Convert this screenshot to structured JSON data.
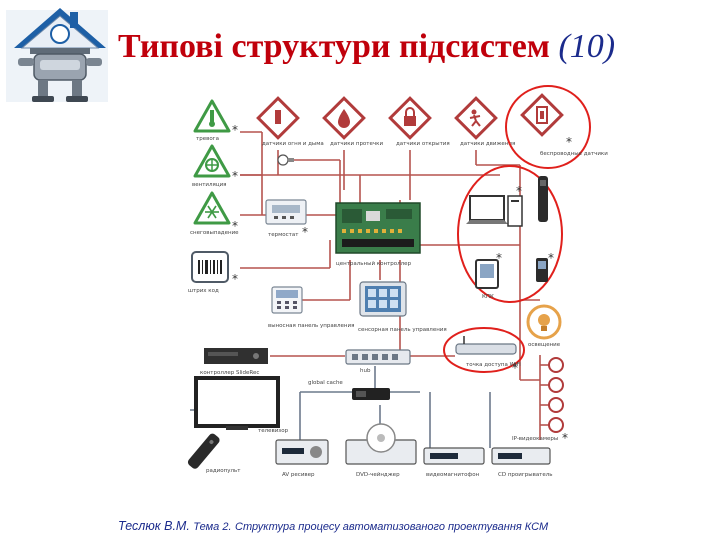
{
  "slide": {
    "title": "Типові структури підсистем",
    "title_number": "(10)",
    "footer_author": "Теслюк В.М.",
    "footer_topic": "Тема 2.",
    "footer_subject": "Структура процесу автоматизованого проектування КСМ"
  },
  "diagram": {
    "asterisk": "*",
    "labels": {
      "alarm": "тревога",
      "ventilation": "вентиляция",
      "snow": "снеговыпадение",
      "barcode": "штрих код",
      "smoke_sensor": "датчики огня и дыма",
      "leak_sensor": "датчики протечки",
      "open_sensor": "датчики открытия",
      "motion_sensor": "датчики движения",
      "wireless": "беспроводные датчики",
      "thermostat": "термостат",
      "controller": "центральный контроллер",
      "control_panel": "выносная панель управления",
      "touch_panel": "сенсорная панель управления",
      "lighting": "освещение",
      "slide_rec": "контроллер SlideRec",
      "hub": "hub",
      "wifi": "точка доступа WiFi",
      "global_cache": "global cache",
      "tv": "телевизор",
      "remote": "радиопульт",
      "av_receiver": "AV ресивер",
      "dvd": "DVD-чейнджер",
      "video_recorder": "видеомагнитофон",
      "cd": "CD проигрыватель",
      "ip_camera": "IP-видеокамеры",
      "pda": "КПК"
    }
  }
}
